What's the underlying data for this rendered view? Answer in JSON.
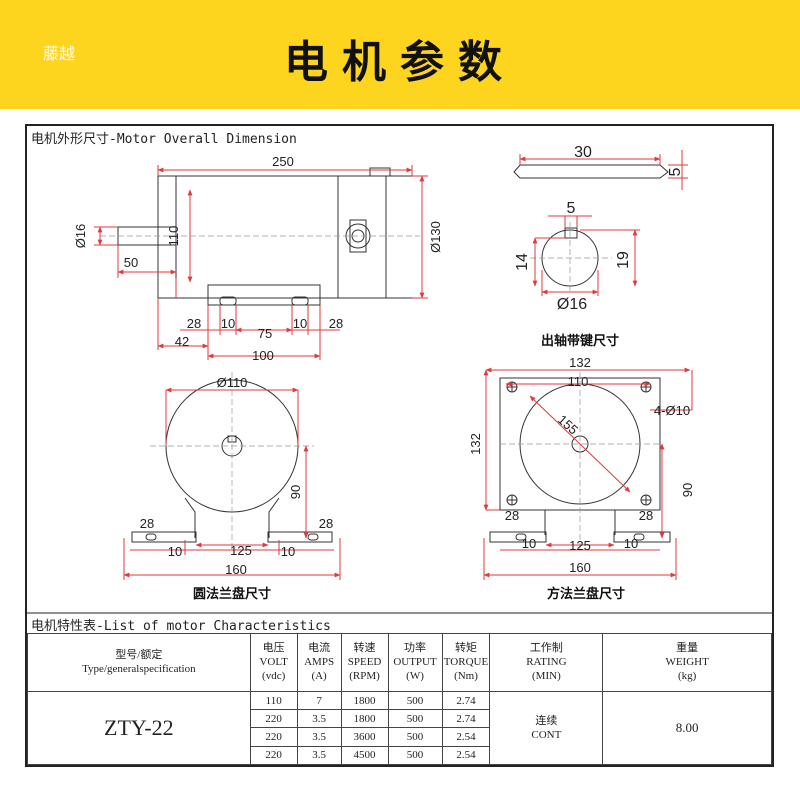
{
  "header": {
    "brand": "藤越",
    "title": "电机参数",
    "bg_color": "#fdd51e"
  },
  "dimension_section": {
    "label": "电机外形尺寸-Motor Overall Dimension",
    "side_view": {
      "length": "250",
      "dia_130": "Ø130",
      "dia_16": "Ø16",
      "height_110": "110",
      "shaft_50": "50",
      "d28a": "28",
      "d10a": "10",
      "d75": "75",
      "d10b": "10",
      "d28b": "28",
      "d42": "42",
      "d100": "100"
    },
    "shaft_key": {
      "w30": "30",
      "t5": "5",
      "key5": "5",
      "h14": "14",
      "h19": "19",
      "dia16": "Ø16",
      "caption": "出轴带键尺寸"
    },
    "round_flange": {
      "dia110": "Ø110",
      "h90": "90",
      "d28a": "28",
      "d28b": "28",
      "d10a": "10",
      "d125": "125",
      "d10b": "10",
      "d160": "160",
      "caption": "圆法兰盘尺寸"
    },
    "square_flange": {
      "w132": "132",
      "d110": "110",
      "holes": "4-Ø10",
      "diag155": "155",
      "h132": "132",
      "h90": "90",
      "d28a": "28",
      "d28b": "28",
      "d10a": "10",
      "d125": "125",
      "d10b": "10",
      "d160": "160",
      "caption": "方法兰盘尺寸"
    }
  },
  "characteristics": {
    "label": "电机特性表-List of motor Characteristics",
    "headers": {
      "model": [
        "型号/额定",
        "Type/generalspecification"
      ],
      "volt": [
        "电压",
        "VOLT",
        "(vdc)"
      ],
      "amps": [
        "电流",
        "AMPS",
        "(A)"
      ],
      "speed": [
        "转速",
        "SPEED",
        "(RPM)"
      ],
      "output": [
        "功率",
        "OUTPUT",
        "(W)"
      ],
      "torque": [
        "转矩",
        "TORQUE",
        "(Nm)"
      ],
      "rating": [
        "工作制",
        "RATING",
        "(MIN)"
      ],
      "weight": [
        "重量",
        "WEIGHT",
        "(kg)"
      ]
    },
    "model_name": "ZTY-22",
    "rows": [
      {
        "volt": "110",
        "amps": "7",
        "speed": "1800",
        "output": "500",
        "torque": "2.74"
      },
      {
        "volt": "220",
        "amps": "3.5",
        "speed": "1800",
        "output": "500",
        "torque": "2.74"
      },
      {
        "volt": "220",
        "amps": "3.5",
        "speed": "3600",
        "output": "500",
        "torque": "2.54"
      },
      {
        "volt": "220",
        "amps": "3.5",
        "speed": "4500",
        "output": "500",
        "torque": "2.54"
      }
    ],
    "rating": [
      "连续",
      "CONT"
    ],
    "weight": "8.00"
  }
}
